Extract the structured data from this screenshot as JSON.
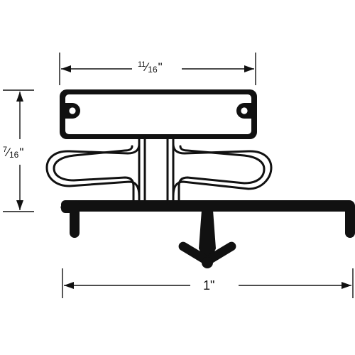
{
  "dimensions": {
    "top_width": {
      "numerator": "11",
      "denominator": "16",
      "unit": "\""
    },
    "height": {
      "numerator": "7",
      "denominator": "16",
      "unit": "\""
    },
    "bottom_width": {
      "text": "1\""
    }
  },
  "colors": {
    "stroke": "#111111",
    "fill_dark": "#111111",
    "background": "#ffffff"
  }
}
